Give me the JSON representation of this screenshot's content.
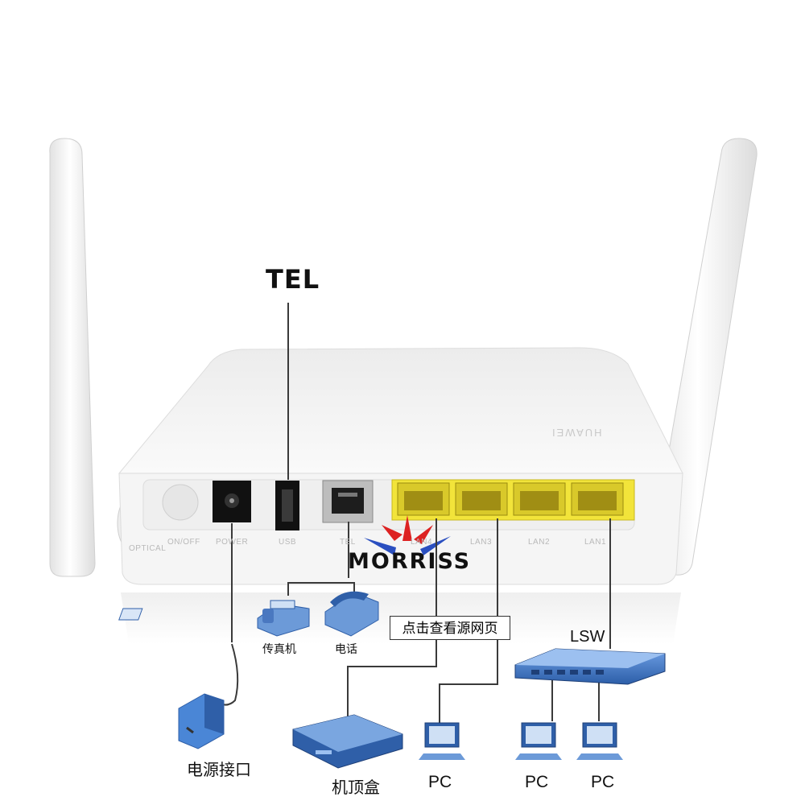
{
  "labels": {
    "tel": "TEL",
    "fax": "传真机",
    "phone": "电话",
    "power_adapter": "电源接口",
    "set_top_box": "机顶盒",
    "pc1": "PC",
    "pc2": "PC",
    "pc3": "PC",
    "lsw": "LSW",
    "view_source": "点击查看源网页"
  },
  "device": {
    "brand": "HUAWEI",
    "ports": {
      "optical": "OPTICAL",
      "onoff": "ON/OFF",
      "power": "POWER",
      "usb": "USB",
      "tel": "TEL",
      "lan4": "LAN4",
      "lan3": "LAN3",
      "lan2": "LAN2",
      "lan1": "LAN1"
    }
  },
  "watermark": "MORRISS",
  "colors": {
    "router_body": "#f4f4f4",
    "port_panel_yellow": "#f2e43a",
    "cable": "#3a3a3a",
    "switch_blue": "#3f74c6",
    "stb_blue": "#2f5fa8"
  }
}
